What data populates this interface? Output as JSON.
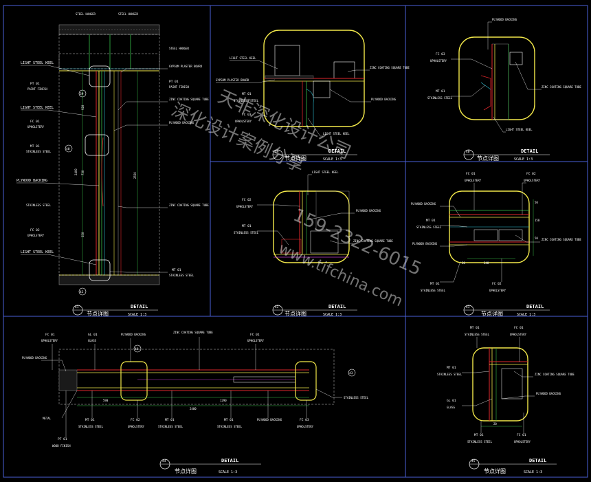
{
  "colors": {
    "background": "#000000",
    "frame": "#4a5fd8",
    "yellow": "#f2e84a",
    "red": "#e0262b",
    "green": "#37c24a",
    "cyan": "#2fc3d6",
    "magenta": "#c23ad1",
    "white": "#ffffff",
    "grey": "#8a8a8a"
  },
  "common": {
    "detail": "DETAIL",
    "cn_title": "节点详图",
    "scale": "SCALE 1:3"
  },
  "watermark": {
    "line1": "天非深化设计公司",
    "line2": "深化设计案例分享",
    "phone": "159-2322-6015",
    "url": "www.tifchina.com"
  },
  "panel41": {
    "number": "41",
    "labels": {
      "steel_hanger_a": "STEEL HANGER",
      "steel_hanger_b": "STEEL HANGER",
      "steel_hanger_c": "STEEL HANGER",
      "light_steel_keel_top": "LIGHT STEEL KEEL",
      "gypsum": "GYPSUM PLASTER BOARD",
      "pt01": "PT 01",
      "paint_finish": "PAINT FINISH",
      "pt01b": "PT 01",
      "paint_finish_b": "PAINT FINISH",
      "light_steel_keel_mid": "LIGHT STEEL KEEL",
      "zinc_1": "ZINC COATING SQUARE TUBE",
      "fc01": "FC 01",
      "upholstery": "UPHOLSTERY",
      "plywood_r": "PLYWOOD BACKING",
      "mt01": "MT 01",
      "stainless": "STAINLESS STEEL",
      "plywood_l": "PLYWOOD BACKING",
      "stainless_l": "STAINLESS STEEL",
      "zinc_2": "ZINC COATING SQUARE TUBE",
      "fc02": "FC 02",
      "upholstery_b": "UPHOLSTERY",
      "light_steel_keel_bot": "LIGHT STEEL KEEL",
      "mt01b": "MT 01",
      "stainless_b": "STAINLESS STEEL"
    },
    "callouts": [
      "39",
      "40",
      "42"
    ],
    "dims": [
      "920",
      "730",
      "2400",
      "350",
      "2550"
    ]
  },
  "panel39": {
    "number": "39",
    "labels": {
      "light_steel_keel": "LIGHT STEEL KEEL",
      "gypsum": "GYPSUM PLASTER BOARD",
      "mt01": "MT 01",
      "stainless": "STAINLESS STEEL",
      "fc03": "FC 03",
      "upholstery": "UPHOLSTERY",
      "zinc": "ZINC COATING SQUARE TUBE",
      "plywood": "PLYWOOD BACKING",
      "light_steel_keel_b": "LIGHT STEEL KEEL"
    }
  },
  "panel40": {
    "number": "40",
    "labels": {
      "plywood": "PLYWOOD BACKING",
      "fc03": "FC 03",
      "upholstery": "UPHOLSTERY",
      "mt01": "MT 01",
      "stainless": "STAINLESS STEEL",
      "zinc": "ZINC COATING SQUARE TUBE",
      "light_steel_keel": "LIGHT STEEL KEEL"
    }
  },
  "panel42": {
    "number": "42",
    "labels": {
      "light_steel_keel": "LIGHT STEEL KEEL",
      "fc02": "FC 02",
      "upholstery": "UPHOLSTERY",
      "plywood": "PLYWOOD BACKING",
      "mt01": "MT 01",
      "stainless": "STAINLESS STEEL",
      "zinc": "ZINC COATING SQUARE TUBE"
    }
  },
  "panel43": {
    "number": "43",
    "labels": {
      "fc01": "FC 01",
      "upholstery": "UPHOLSTERY",
      "fc02": "FC 02",
      "upholstery_b": "UPHOLSTERY",
      "plywood": "PLYWOOD BACKING",
      "mt01": "MT 01",
      "stainless": "STAINLESS STEEL",
      "zinc": "ZINC COATING SQUARE TUBE",
      "plywood_b": "PLYWOOD BACKING",
      "mt01b": "MT 01",
      "stainless_b": "STAINLESS STEEL",
      "fc02b": "FC 02",
      "upholstery_c": "UPHOLSTERY"
    },
    "dims": [
      "50",
      "150",
      "50",
      "240",
      "20"
    ]
  },
  "panel44": {
    "number": "44",
    "labels": {
      "fc01": "FC 01",
      "upholstery": "UPHOLSTERY",
      "gl01": "GL 01",
      "glass": "GLASS",
      "plywood_top": "PLYWOOD BACKING",
      "zinc": "ZINC COATING SQUARE TUBE",
      "fc01b": "FC 01",
      "upholstery_b": "UPHOLSTERY",
      "plywood_l": "PLYWOOD BACKING",
      "metal": "METAL",
      "mt01": "MT 01",
      "stainless": "STAINLESS STEEL",
      "fc02": "FC 02",
      "upholstery_c": "UPHOLSTERY",
      "mt01b": "MT 01",
      "stainless_b": "STAINLESS STEEL",
      "plywood_b": "PLYWOOD BACKING",
      "fc03": "FC 03",
      "upholstery_d": "UPHOLSTERY",
      "mt01c": "MT 01",
      "stainless_c": "STAINLESS STEEL",
      "pt01": "PT 01",
      "wood_finish": "WOOD FINISH",
      "stainless_r": "STAINLESS STEEL"
    },
    "callouts": [
      "40",
      "43"
    ],
    "dims": [
      "590",
      "1290",
      "2400"
    ]
  },
  "panel45": {
    "number": "45",
    "labels": {
      "mt01": "MT 01",
      "stainless": "STAINLESS STEEL",
      "fc01": "FC 01",
      "upholstery": "UPHOLSTERY",
      "mt01b": "MT 01",
      "stainless_b": "STAINLESS STEEL",
      "zinc": "ZINC COATING SQUARE TUBE",
      "gl01": "GL 01",
      "glass": "GLASS",
      "plywood": "PLYWOOD BACKING",
      "mt01c": "MT 01",
      "stainless_c": "STAINLESS STEEL",
      "fc01b": "FC 01",
      "upholstery_b": "UPHOLSTERY"
    },
    "dims": [
      "20"
    ]
  }
}
